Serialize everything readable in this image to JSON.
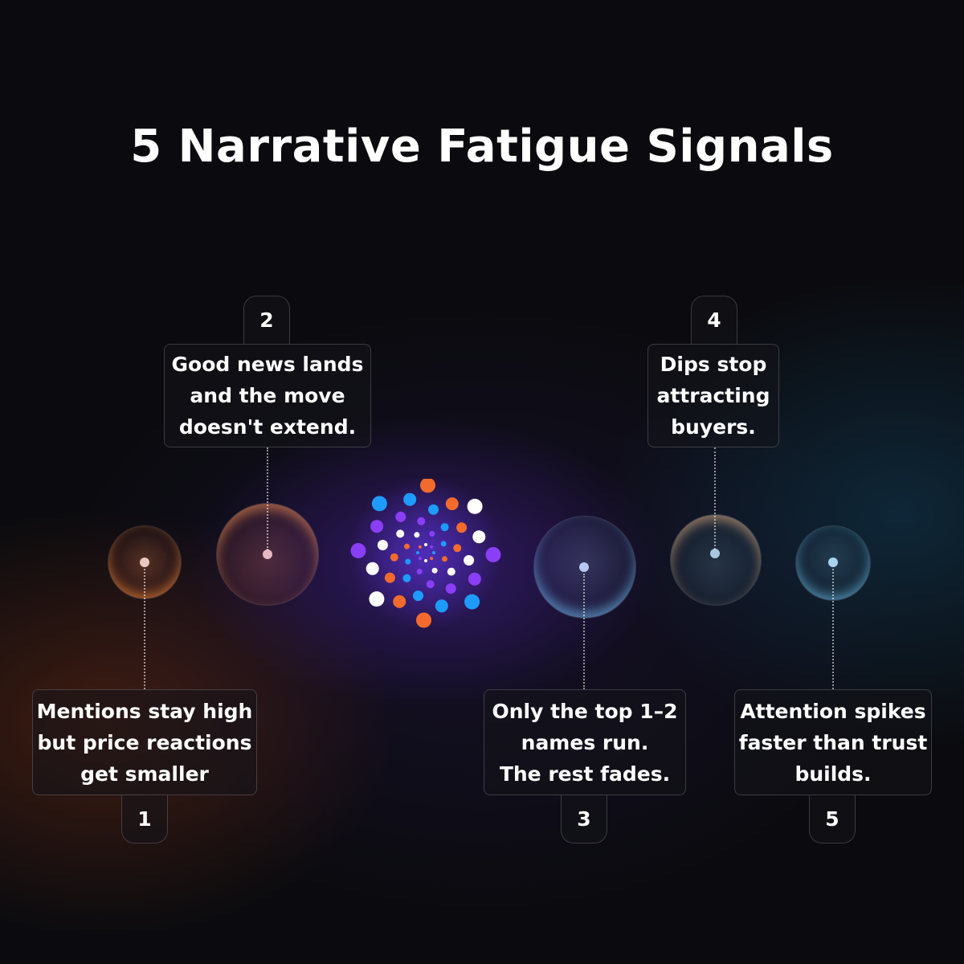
{
  "title": "5 Narrative Fatigue Signals",
  "signals": [
    {
      "number": "1",
      "text": "Mentions stay high\nbut price reactions\nget smaller"
    },
    {
      "number": "2",
      "text": "Good news lands\nand the move\ndoesn't extend."
    },
    {
      "number": "3",
      "text": "Only the top 1–2\nnames run.\nThe rest fades."
    },
    {
      "number": "4",
      "text": "Dips stop\nattracting\nbuyers."
    },
    {
      "number": "5",
      "text": "Attention spikes\nfaster than trust\nbuilds."
    }
  ],
  "colors": {
    "orange": "#f26b2c",
    "blue": "#1e9bff",
    "purple": "#8a3ef5",
    "white": "#ffffff",
    "orb_warm": "#c2674a",
    "orb_cool": "#5fa8d6"
  },
  "icons": {
    "center": "spiral-dots-logo-icon"
  }
}
